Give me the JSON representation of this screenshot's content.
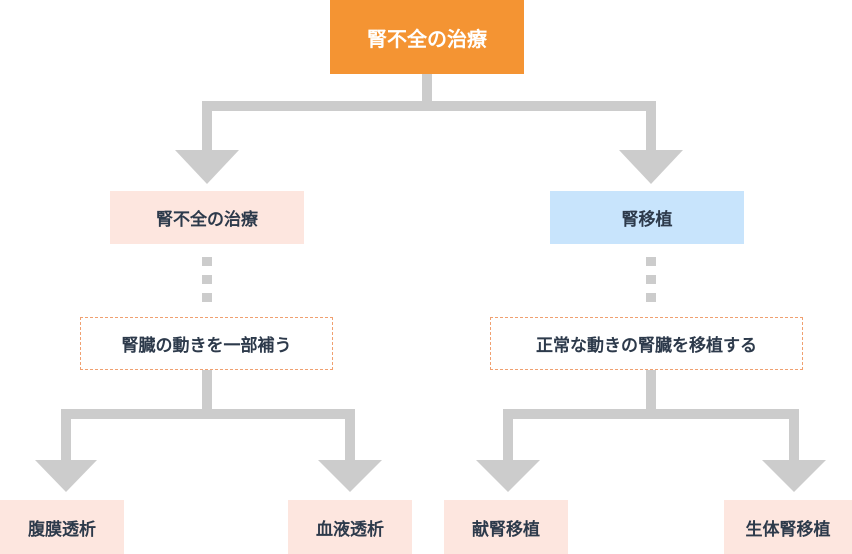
{
  "root": {
    "label": "腎不全の治療"
  },
  "left": {
    "category": "腎不全の治療",
    "description": "腎臓の動きを一部補う",
    "children": [
      "腹膜透析",
      "血液透析"
    ]
  },
  "right": {
    "category": "腎移植",
    "description": "正常な動きの腎臓を移植する",
    "children": [
      "献腎移植",
      "生体腎移植"
    ]
  },
  "colors": {
    "root": "#f49433",
    "pink_box": "#fde6df",
    "blue_box": "#c8e4fc",
    "connector": "#cccccc",
    "dashed_border": "#f0a070",
    "text": "#2d3a4b"
  }
}
